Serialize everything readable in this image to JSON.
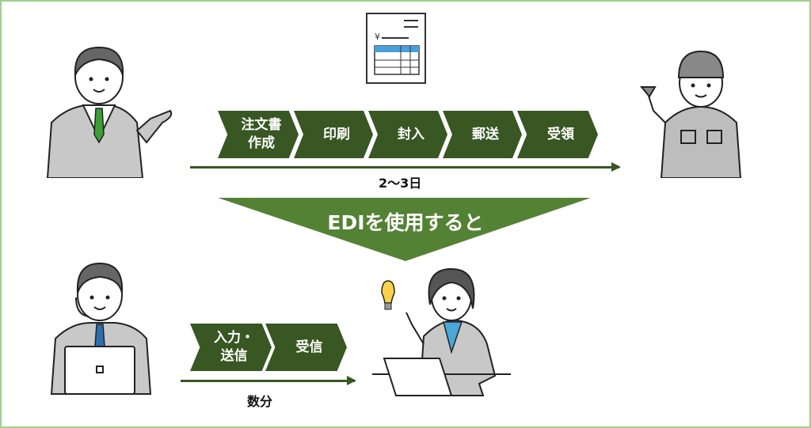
{
  "colors": {
    "chevron": "#385723",
    "triangle": "#548235",
    "border": "#9fd08c"
  },
  "top_flow": {
    "steps": [
      "注文書\n作成",
      "印刷",
      "封入",
      "郵送",
      "受領"
    ],
    "duration": "2～3日"
  },
  "transition": {
    "label": "EDIを使用すると"
  },
  "bottom_flow": {
    "steps": [
      "入力・\n送信",
      "受信"
    ],
    "duration": "数分"
  },
  "document": {
    "currency": "¥"
  }
}
